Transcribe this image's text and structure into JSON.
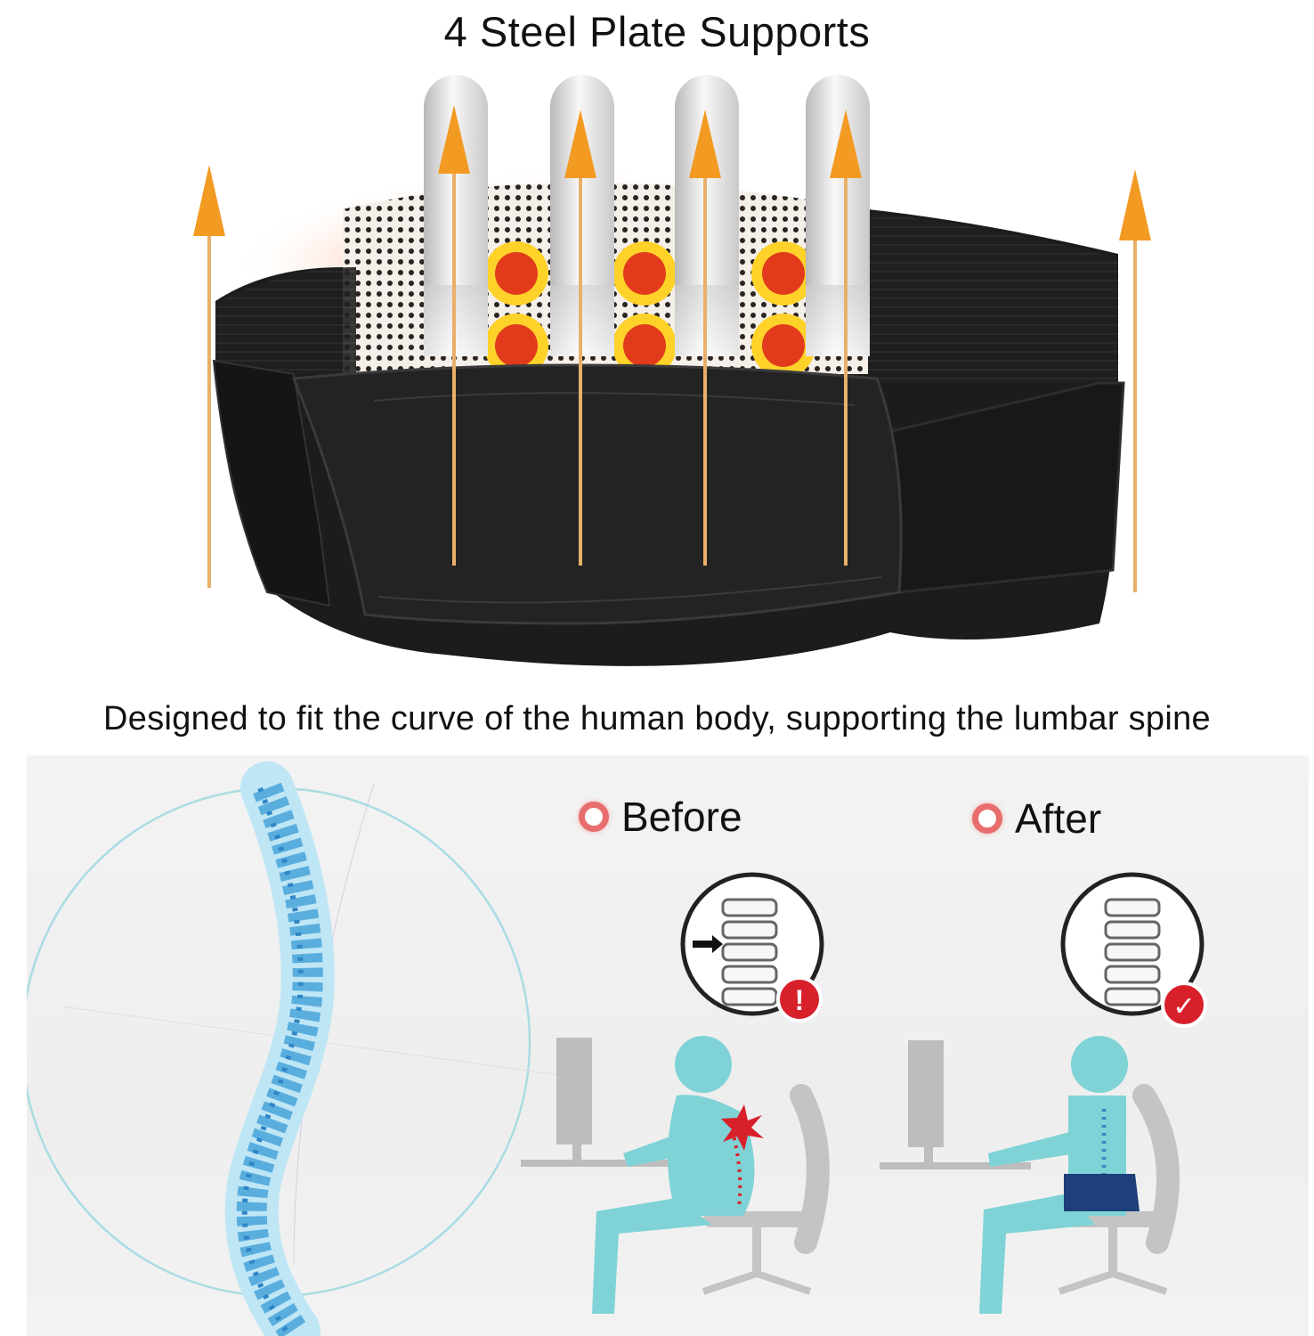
{
  "header": {
    "title": "4 Steel Plate Supports"
  },
  "caption": {
    "text": "Designed to fit the curve of the human body, supporting the lumbar spine"
  },
  "comparison": {
    "before_label": "Before",
    "after_label": "After",
    "before_status": "!",
    "after_status": "✓"
  },
  "colors": {
    "belt": "#1c1c1c",
    "plate": "#e6e6e6",
    "arrow": "#f39a23",
    "heat": "#e23b1c",
    "figure": "#7fd3d6",
    "spine": "#5aaede",
    "alert": "#d8202a",
    "brace": "#1d3f7a"
  },
  "icons": [
    "arrow-up-icon",
    "alert-icon",
    "check-icon",
    "target-dot-icon"
  ]
}
